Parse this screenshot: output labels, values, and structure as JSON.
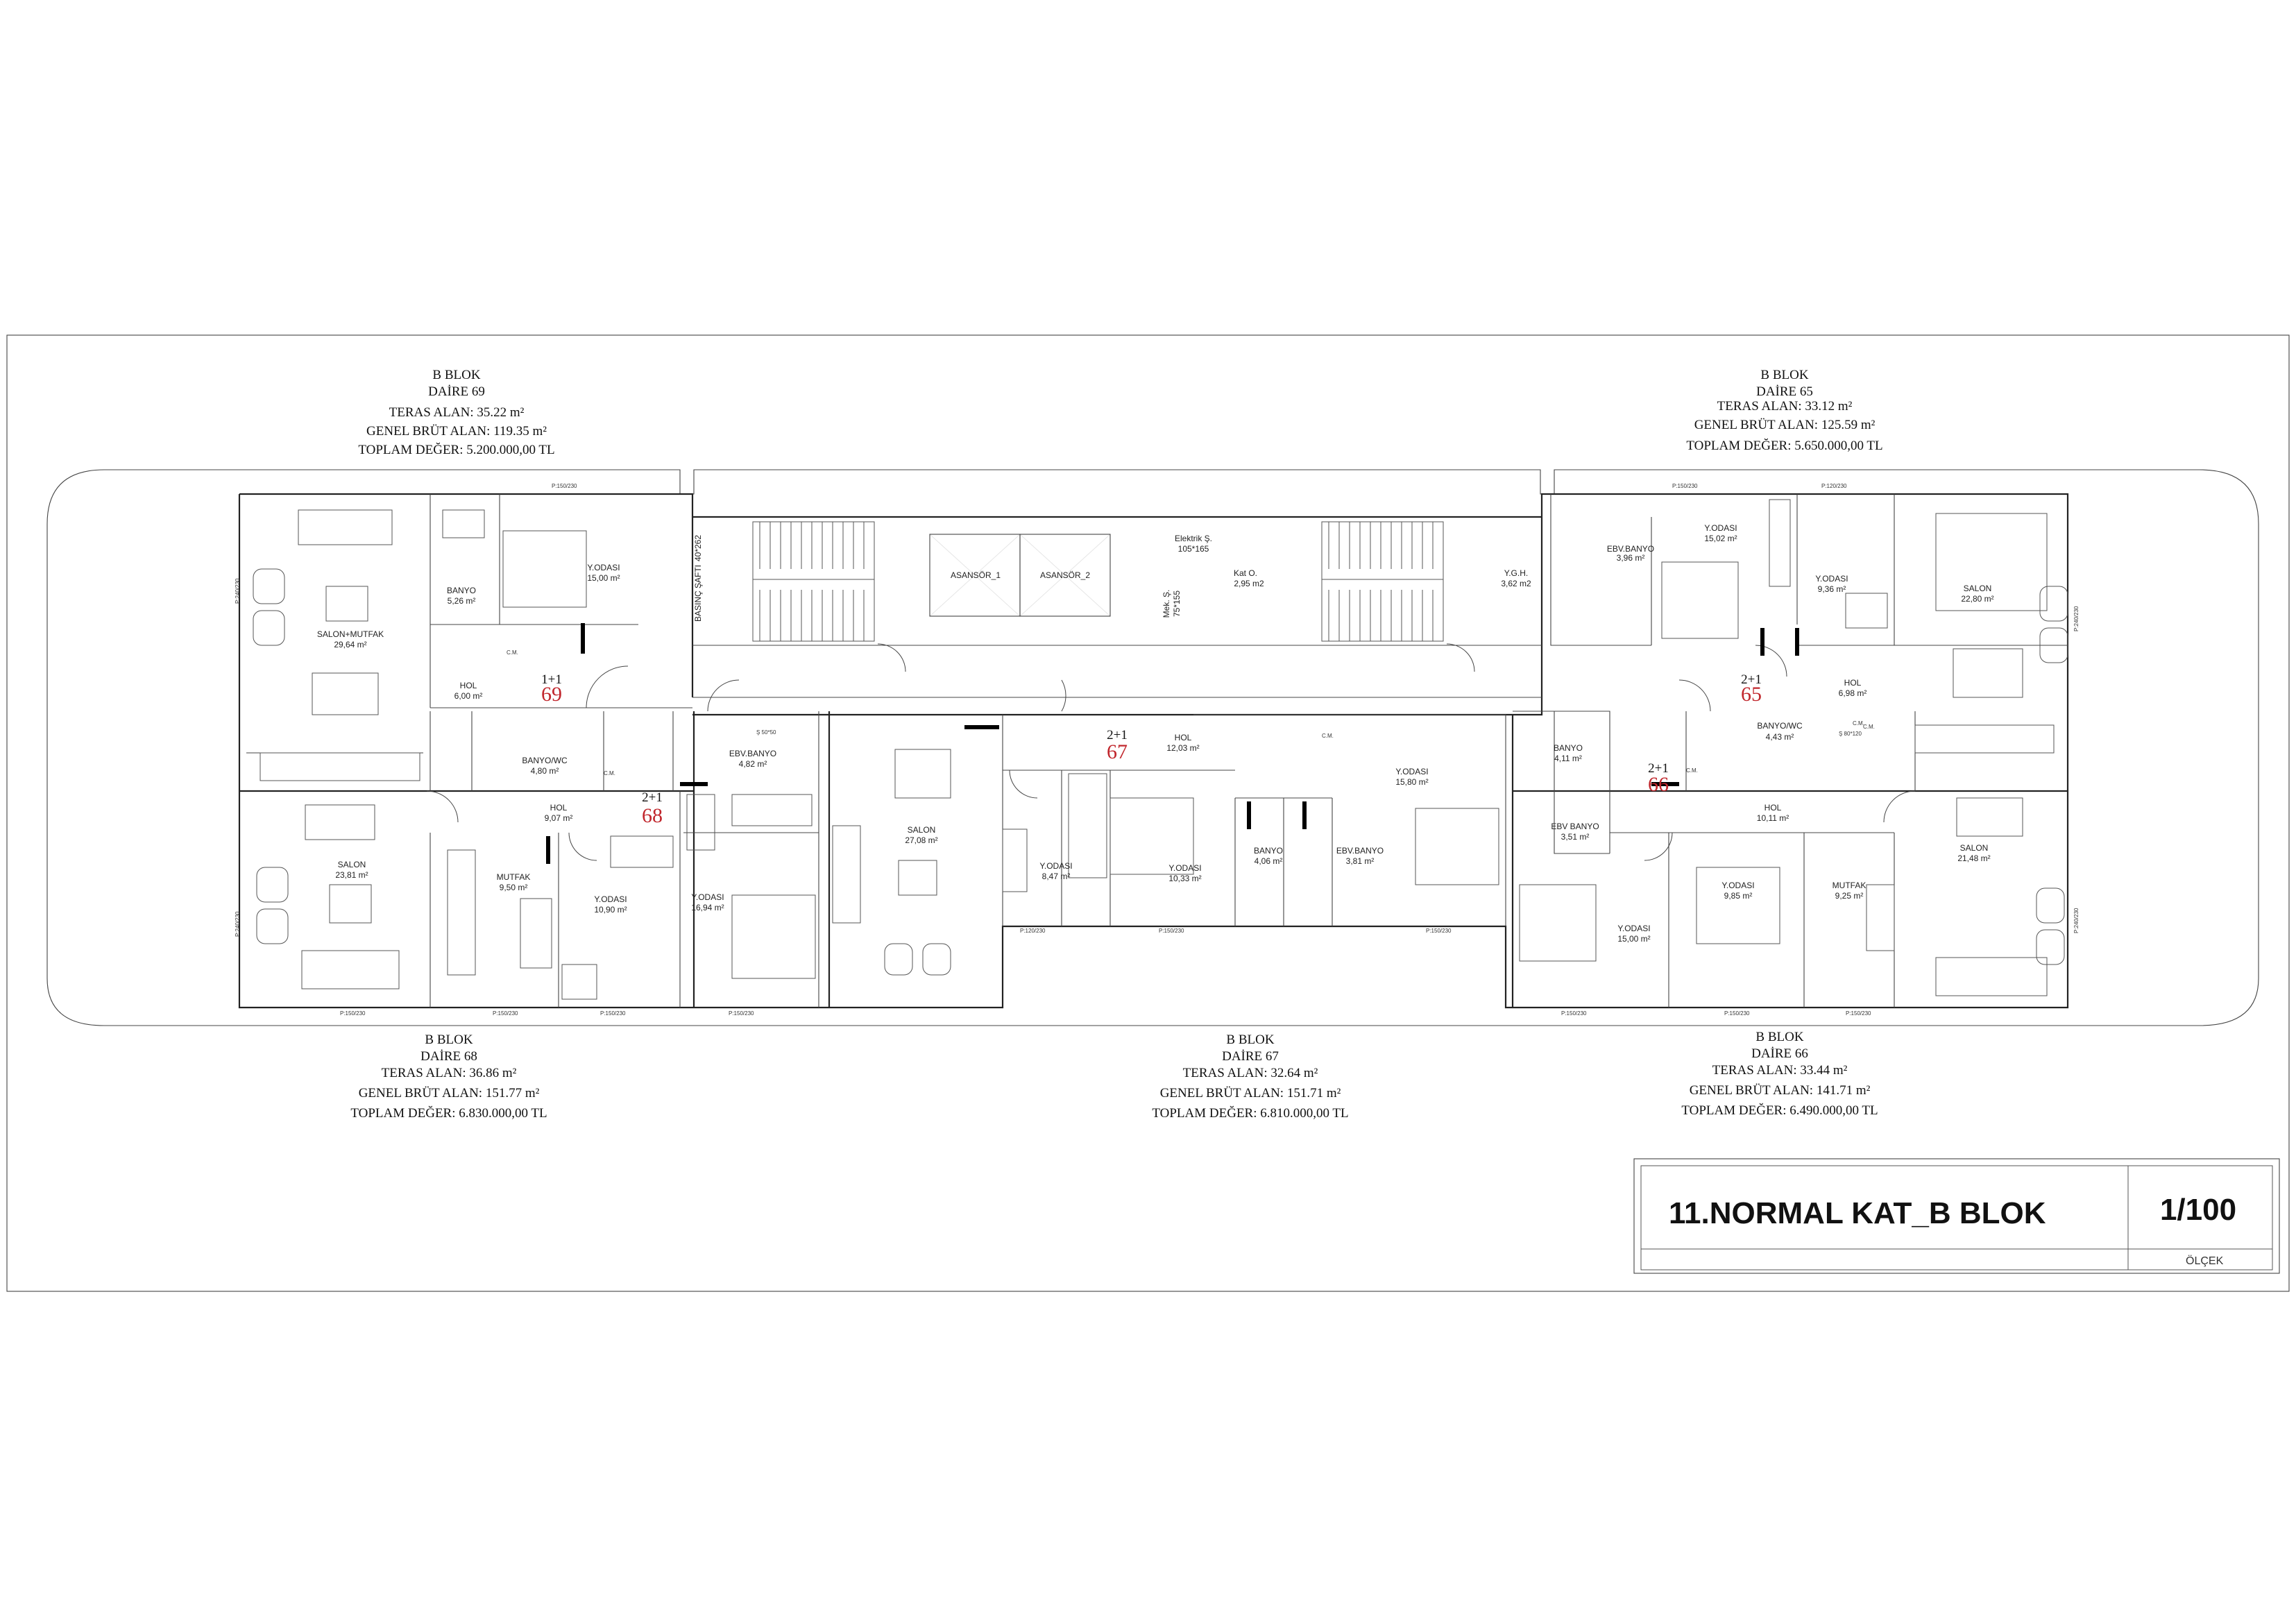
{
  "drawing": {
    "title": "11.NORMAL KAT_B BLOK",
    "scale": "1/100",
    "scale_label": "ÖLÇEK"
  },
  "units": {
    "u69": {
      "block": "B BLOK",
      "daire": "DAİRE 69",
      "teras": "TERAS ALAN: 35.22 m²",
      "brut": "GENEL BRÜT ALAN: 119.35 m²",
      "deger": "TOPLAM DEĞER: 5.200.000,00 TL",
      "type": "1+1",
      "no": "69"
    },
    "u65": {
      "block": "B BLOK",
      "daire": "DAİRE 65",
      "teras": "TERAS ALAN: 33.12 m²",
      "brut": "GENEL BRÜT ALAN: 125.59 m²",
      "deger": "TOPLAM DEĞER: 5.650.000,00 TL",
      "type": "2+1",
      "no": "65"
    },
    "u68": {
      "block": "B BLOK",
      "daire": "DAİRE 68",
      "teras": "TERAS ALAN: 36.86 m²",
      "brut": "GENEL BRÜT ALAN: 151.77 m²",
      "deger": "TOPLAM DEĞER: 6.830.000,00 TL",
      "type": "2+1",
      "no": "68"
    },
    "u67": {
      "block": "B BLOK",
      "daire": "DAİRE 67",
      "teras": "TERAS ALAN: 32.64 m²",
      "brut": "GENEL BRÜT ALAN: 151.71 m²",
      "deger": "TOPLAM DEĞER: 6.810.000,00 TL",
      "type": "2+1",
      "no": "67"
    },
    "u66": {
      "block": "B BLOK",
      "daire": "DAİRE 66",
      "teras": "TERAS ALAN: 33.44 m²",
      "brut": "GENEL BRÜT ALAN: 141.71 m²",
      "deger": "TOPLAM DEĞER: 6.490.000,00 TL",
      "type": "2+1",
      "no": "66"
    }
  },
  "core": {
    "basinc": "BASINÇ ŞAFTI",
    "basinc_dim": "40*262",
    "asansor1": "ASANSÖR_1",
    "asansor2": "ASANSÖR_2",
    "elektrik": "Elektrik Ş.",
    "elektrik_dim": "105*165",
    "mek": "Mek. Ş.",
    "mek_dim": "75*155",
    "kat_o": "Kat O.",
    "kat_o_area": "2,95 m2",
    "ygh": "Y.G.H.",
    "ygh_area": "3,62 m2"
  },
  "rooms": {
    "r69_salon": [
      "SALON+MUTFAK",
      "29,64 m²"
    ],
    "r69_banyo": [
      "BANYO",
      "5,26 m²"
    ],
    "r69_yodasi": [
      "Y.ODASI",
      "15,00 m²"
    ],
    "r69_hol": [
      "HOL",
      "6,00 m²"
    ],
    "r65_ebv": [
      "EBV.BANYO",
      "3,96 m²"
    ],
    "r65_yodasi1": [
      "Y.ODASI",
      "15,02 m²"
    ],
    "r65_yodasi2": [
      "Y.ODASI",
      "9,36 m²"
    ],
    "r65_salon": [
      "SALON",
      "22,80 m²"
    ],
    "r65_hol": [
      "HOL",
      "6,98 m²"
    ],
    "r65_banyo": [
      "BANYO/WC",
      "4,43 m²"
    ],
    "r68_salon": [
      "SALON",
      "23,81 m²"
    ],
    "r68_banyo": [
      "BANYO/WC",
      "4,80 m²"
    ],
    "r68_hol": [
      "HOL",
      "9,07 m²"
    ],
    "r68_mutfak": [
      "MUTFAK",
      "9,50 m²"
    ],
    "r68_yodasi1": [
      "Y.ODASI",
      "10,90 m²"
    ],
    "r68_yodasi2": [
      "Y.ODASI",
      "16,94 m²"
    ],
    "r68_ebv": [
      "EBV.BANYO",
      "4,82 m²"
    ],
    "r67_salon": [
      "SALON",
      "27,08 m²"
    ],
    "r67_hol": [
      "HOL",
      "12,03 m²"
    ],
    "r67_yodasi1": [
      "Y.ODASI",
      "8,47 m²"
    ],
    "r67_yodasi2": [
      "Y.ODASI",
      "10,33 m²"
    ],
    "r67_banyo": [
      "BANYO",
      "4,06 m²"
    ],
    "r67_ebv": [
      "EBV.BANYO",
      "3,81 m²"
    ],
    "r67_yodasi3": [
      "Y.ODASI",
      "15,80 m²"
    ],
    "r66_banyo": [
      "BANYO",
      "4,11 m²"
    ],
    "r66_ebv": [
      "EBV BANYO",
      "3,51 m²"
    ],
    "r66_hol": [
      "HOL",
      "10,11 m²"
    ],
    "r66_yodasi1": [
      "Y.ODASI",
      "15,00 m²"
    ],
    "r66_yodasi2": [
      "Y.ODASI",
      "9,85 m²"
    ],
    "r66_mutfak": [
      "MUTFAK",
      "9,25 m²"
    ],
    "r66_salon": [
      "SALON",
      "21,48 m²"
    ]
  },
  "tags": {
    "cm": "C.M.",
    "p150": "P:150/230",
    "p120": "P:120/230",
    "p240": "P:240/230",
    "s50": "Ş 50*50",
    "s80": "Ş 80*120",
    "s80b": "80*120"
  }
}
